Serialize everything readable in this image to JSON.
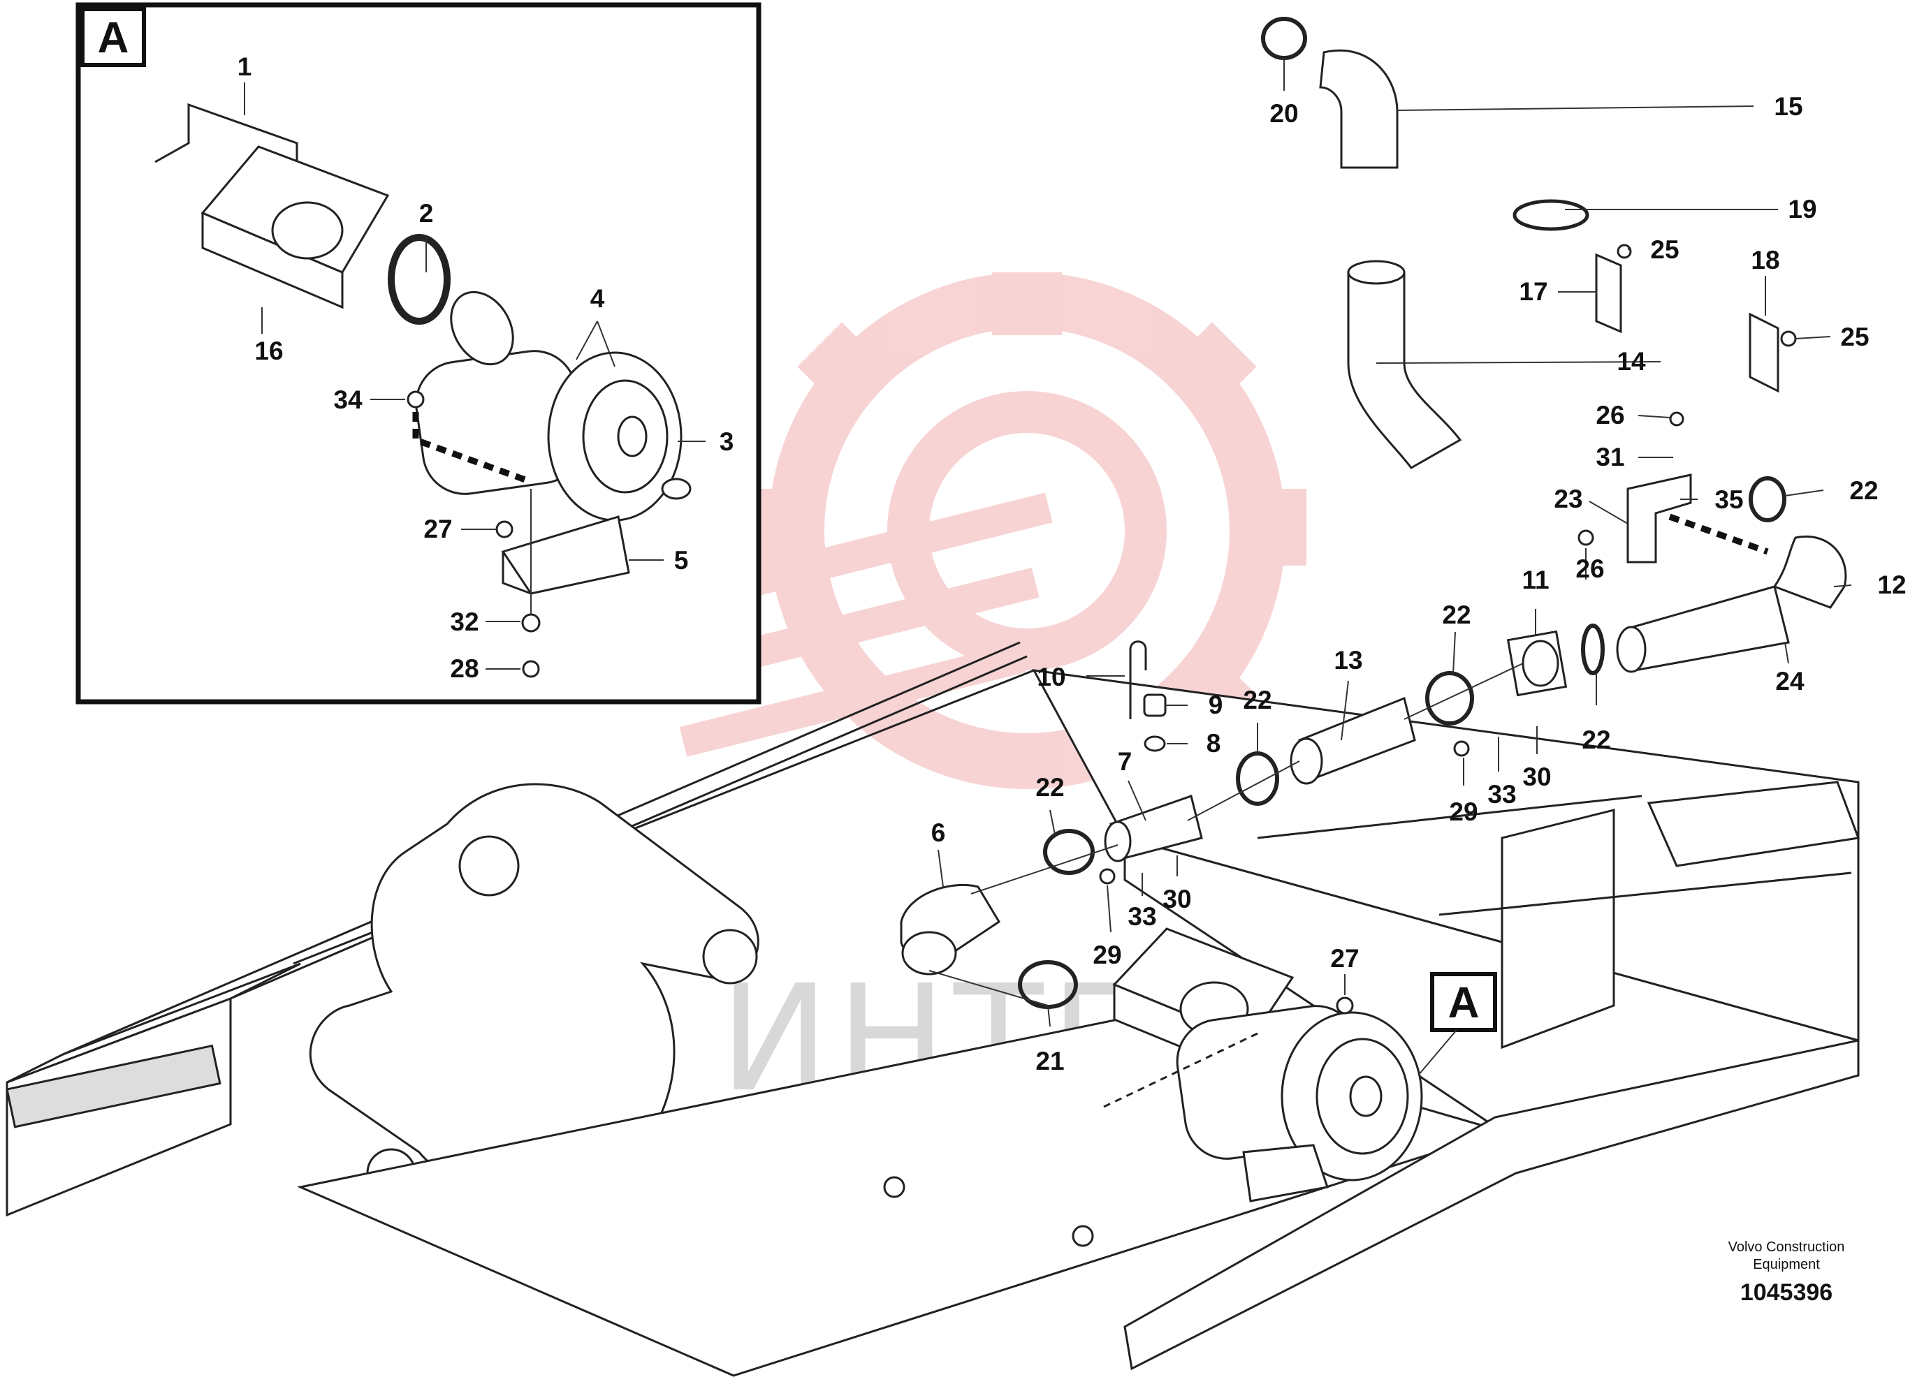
{
  "diagram": {
    "inset_tag": "A",
    "callout_tag": "A",
    "watermark": "ИНТЕХ",
    "publisher_line1": "Volvo Construction",
    "publisher_line2": "Equipment",
    "drawing_number": "1045396",
    "callouts": [
      {
        "id": "1",
        "text": "1"
      },
      {
        "id": "2",
        "text": "2"
      },
      {
        "id": "3",
        "text": "3"
      },
      {
        "id": "4",
        "text": "4"
      },
      {
        "id": "5",
        "text": "5"
      },
      {
        "id": "16",
        "text": "16"
      },
      {
        "id": "34",
        "text": "34"
      },
      {
        "id": "27a",
        "text": "27"
      },
      {
        "id": "32",
        "text": "32"
      },
      {
        "id": "28",
        "text": "28"
      },
      {
        "id": "20",
        "text": "20"
      },
      {
        "id": "15",
        "text": "15"
      },
      {
        "id": "19",
        "text": "19"
      },
      {
        "id": "25a",
        "text": "25"
      },
      {
        "id": "18",
        "text": "18"
      },
      {
        "id": "17",
        "text": "17"
      },
      {
        "id": "25b",
        "text": "25"
      },
      {
        "id": "14",
        "text": "14"
      },
      {
        "id": "26a",
        "text": "26"
      },
      {
        "id": "31",
        "text": "31"
      },
      {
        "id": "23",
        "text": "23"
      },
      {
        "id": "35",
        "text": "35"
      },
      {
        "id": "22a",
        "text": "22"
      },
      {
        "id": "26b",
        "text": "26"
      },
      {
        "id": "12",
        "text": "12"
      },
      {
        "id": "11",
        "text": "11"
      },
      {
        "id": "22b",
        "text": "22"
      },
      {
        "id": "13",
        "text": "13"
      },
      {
        "id": "24",
        "text": "24"
      },
      {
        "id": "10",
        "text": "10"
      },
      {
        "id": "9",
        "text": "9"
      },
      {
        "id": "22c",
        "text": "22"
      },
      {
        "id": "8",
        "text": "8"
      },
      {
        "id": "22d",
        "text": "22"
      },
      {
        "id": "7",
        "text": "7"
      },
      {
        "id": "29a",
        "text": "29"
      },
      {
        "id": "33a",
        "text": "33"
      },
      {
        "id": "30a",
        "text": "30"
      },
      {
        "id": "22e",
        "text": "22"
      },
      {
        "id": "6",
        "text": "6"
      },
      {
        "id": "29b",
        "text": "29"
      },
      {
        "id": "33b",
        "text": "33"
      },
      {
        "id": "30b",
        "text": "30"
      },
      {
        "id": "27b",
        "text": "27"
      },
      {
        "id": "21",
        "text": "21"
      }
    ]
  }
}
